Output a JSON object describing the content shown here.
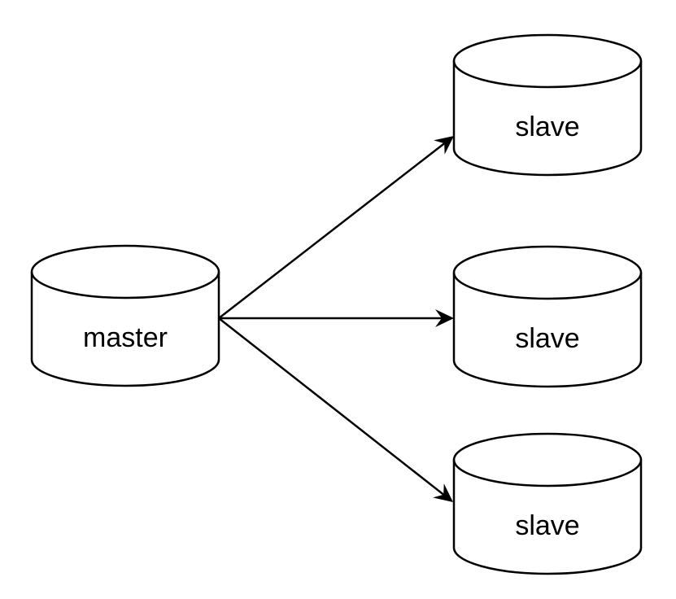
{
  "diagram": {
    "background_color": "#ffffff",
    "node_fill_color": "#ffffff",
    "node_stroke_color": "#000000",
    "edge_color": "#000000",
    "nodes": [
      {
        "id": "master",
        "label": "master",
        "shape": "database-cylinder"
      },
      {
        "id": "slave-1",
        "label": "slave",
        "shape": "database-cylinder"
      },
      {
        "id": "slave-2",
        "label": "slave",
        "shape": "database-cylinder"
      },
      {
        "id": "slave-3",
        "label": "slave",
        "shape": "database-cylinder"
      }
    ],
    "edges": [
      {
        "from": "master",
        "to": "slave-1",
        "arrowhead": "classic"
      },
      {
        "from": "master",
        "to": "slave-2",
        "arrowhead": "classic"
      },
      {
        "from": "master",
        "to": "slave-3",
        "arrowhead": "classic"
      }
    ]
  }
}
